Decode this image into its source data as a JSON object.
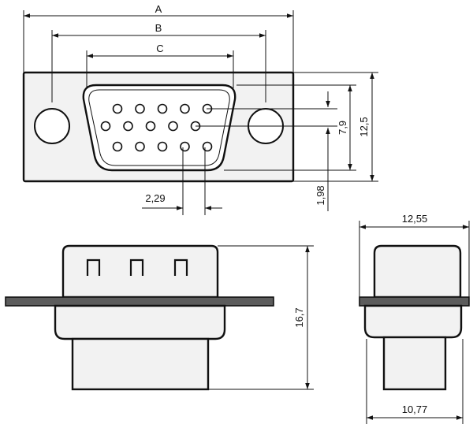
{
  "dimensions": {
    "a": "A",
    "b": "B",
    "c": "C",
    "h_front": "12,5",
    "pin_row_span": "7,9",
    "row_offset": "1,98",
    "pin_pitch": "2,29",
    "side_height": "16,7",
    "end_top_width": "12,55",
    "end_bottom_width": "10,77"
  },
  "pin_rows": [
    5,
    5,
    5
  ]
}
